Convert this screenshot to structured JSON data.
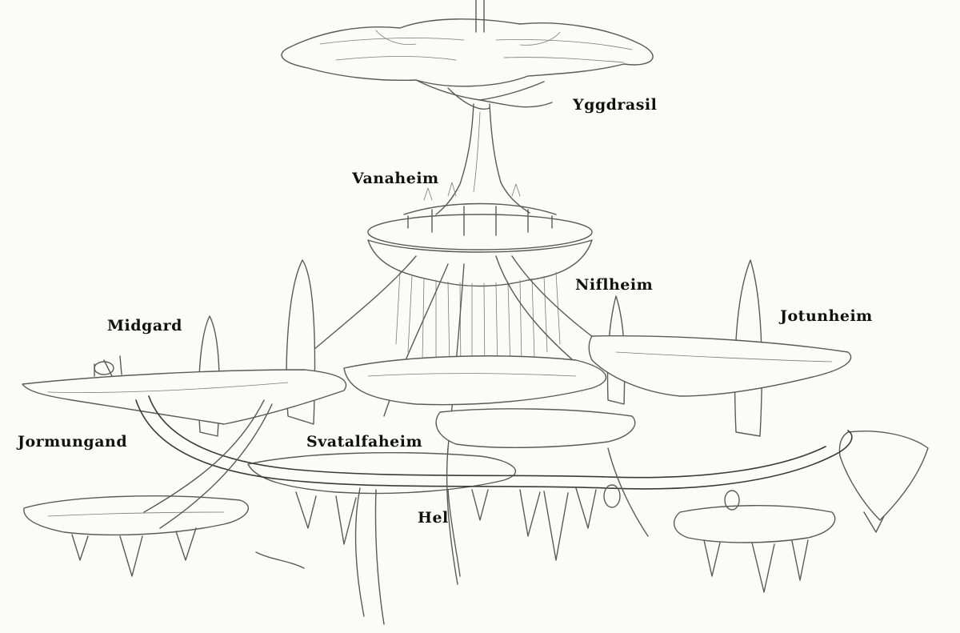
{
  "labels": {
    "yggdrasil": "Yggdrasil",
    "vanaheim": "Vanaheim",
    "niflheim": "Niflheim",
    "jotunheim": "Jotunheim",
    "midgard": "Midgard",
    "jormungand": "Jormungand",
    "svartalfaheim": "Svatalfaheim",
    "hel": "Hel"
  }
}
